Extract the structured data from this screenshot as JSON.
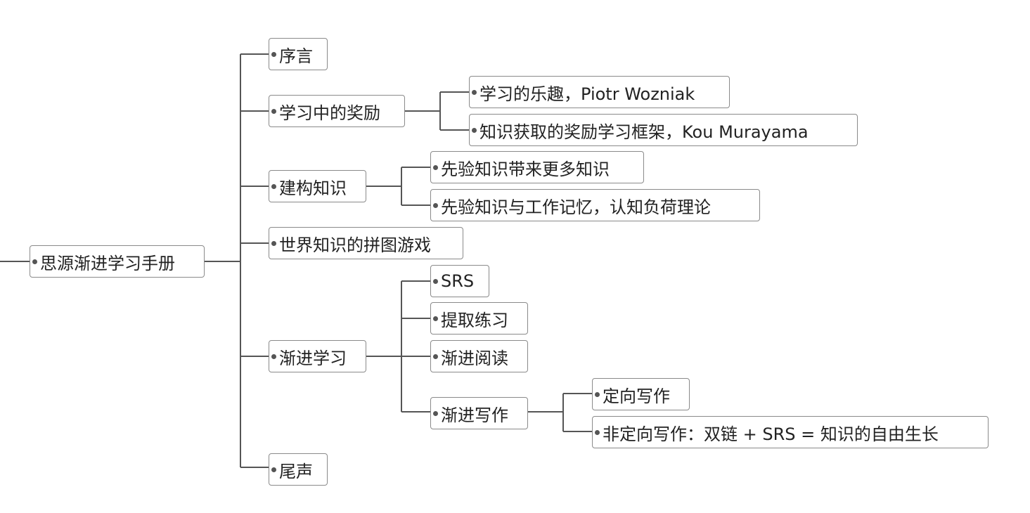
{
  "mindmap": {
    "root": "思源渐进学习手册",
    "topics": [
      {
        "label": "序言"
      },
      {
        "label": "学习中的奖励",
        "children": [
          "学习的乐趣，Piotr Wozniak",
          "知识获取的奖励学习框架，Kou Murayama"
        ]
      },
      {
        "label": "建构知识",
        "children": [
          "先验知识带来更多知识",
          "先验知识与工作记忆，认知负荷理论"
        ]
      },
      {
        "label": "世界知识的拼图游戏"
      },
      {
        "label": "渐进学习",
        "children": [
          "SRS",
          "提取练习",
          "渐进阅读",
          "渐进写作"
        ]
      },
      {
        "label": "尾声"
      }
    ],
    "writing_children": [
      "定向写作",
      "非定向写作：双链 + SRS = 知识的自由生长"
    ]
  },
  "colors": {
    "line": "#555555",
    "border": "#8a8a8a",
    "text": "#222222"
  }
}
